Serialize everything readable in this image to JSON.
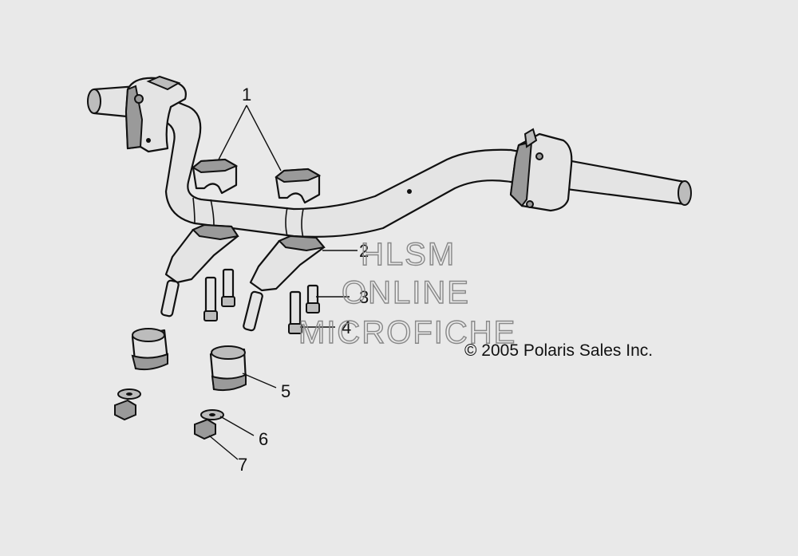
{
  "callouts": [
    {
      "label": "1"
    },
    {
      "label": "2"
    },
    {
      "label": "3"
    },
    {
      "label": "4"
    },
    {
      "label": "5"
    },
    {
      "label": "6"
    },
    {
      "label": "7"
    }
  ],
  "copyright": "© 2005 Polaris Sales Inc.",
  "watermark": {
    "line1": "HLSM",
    "line2": "ONLINE",
    "line3": "MICROFICHE"
  }
}
